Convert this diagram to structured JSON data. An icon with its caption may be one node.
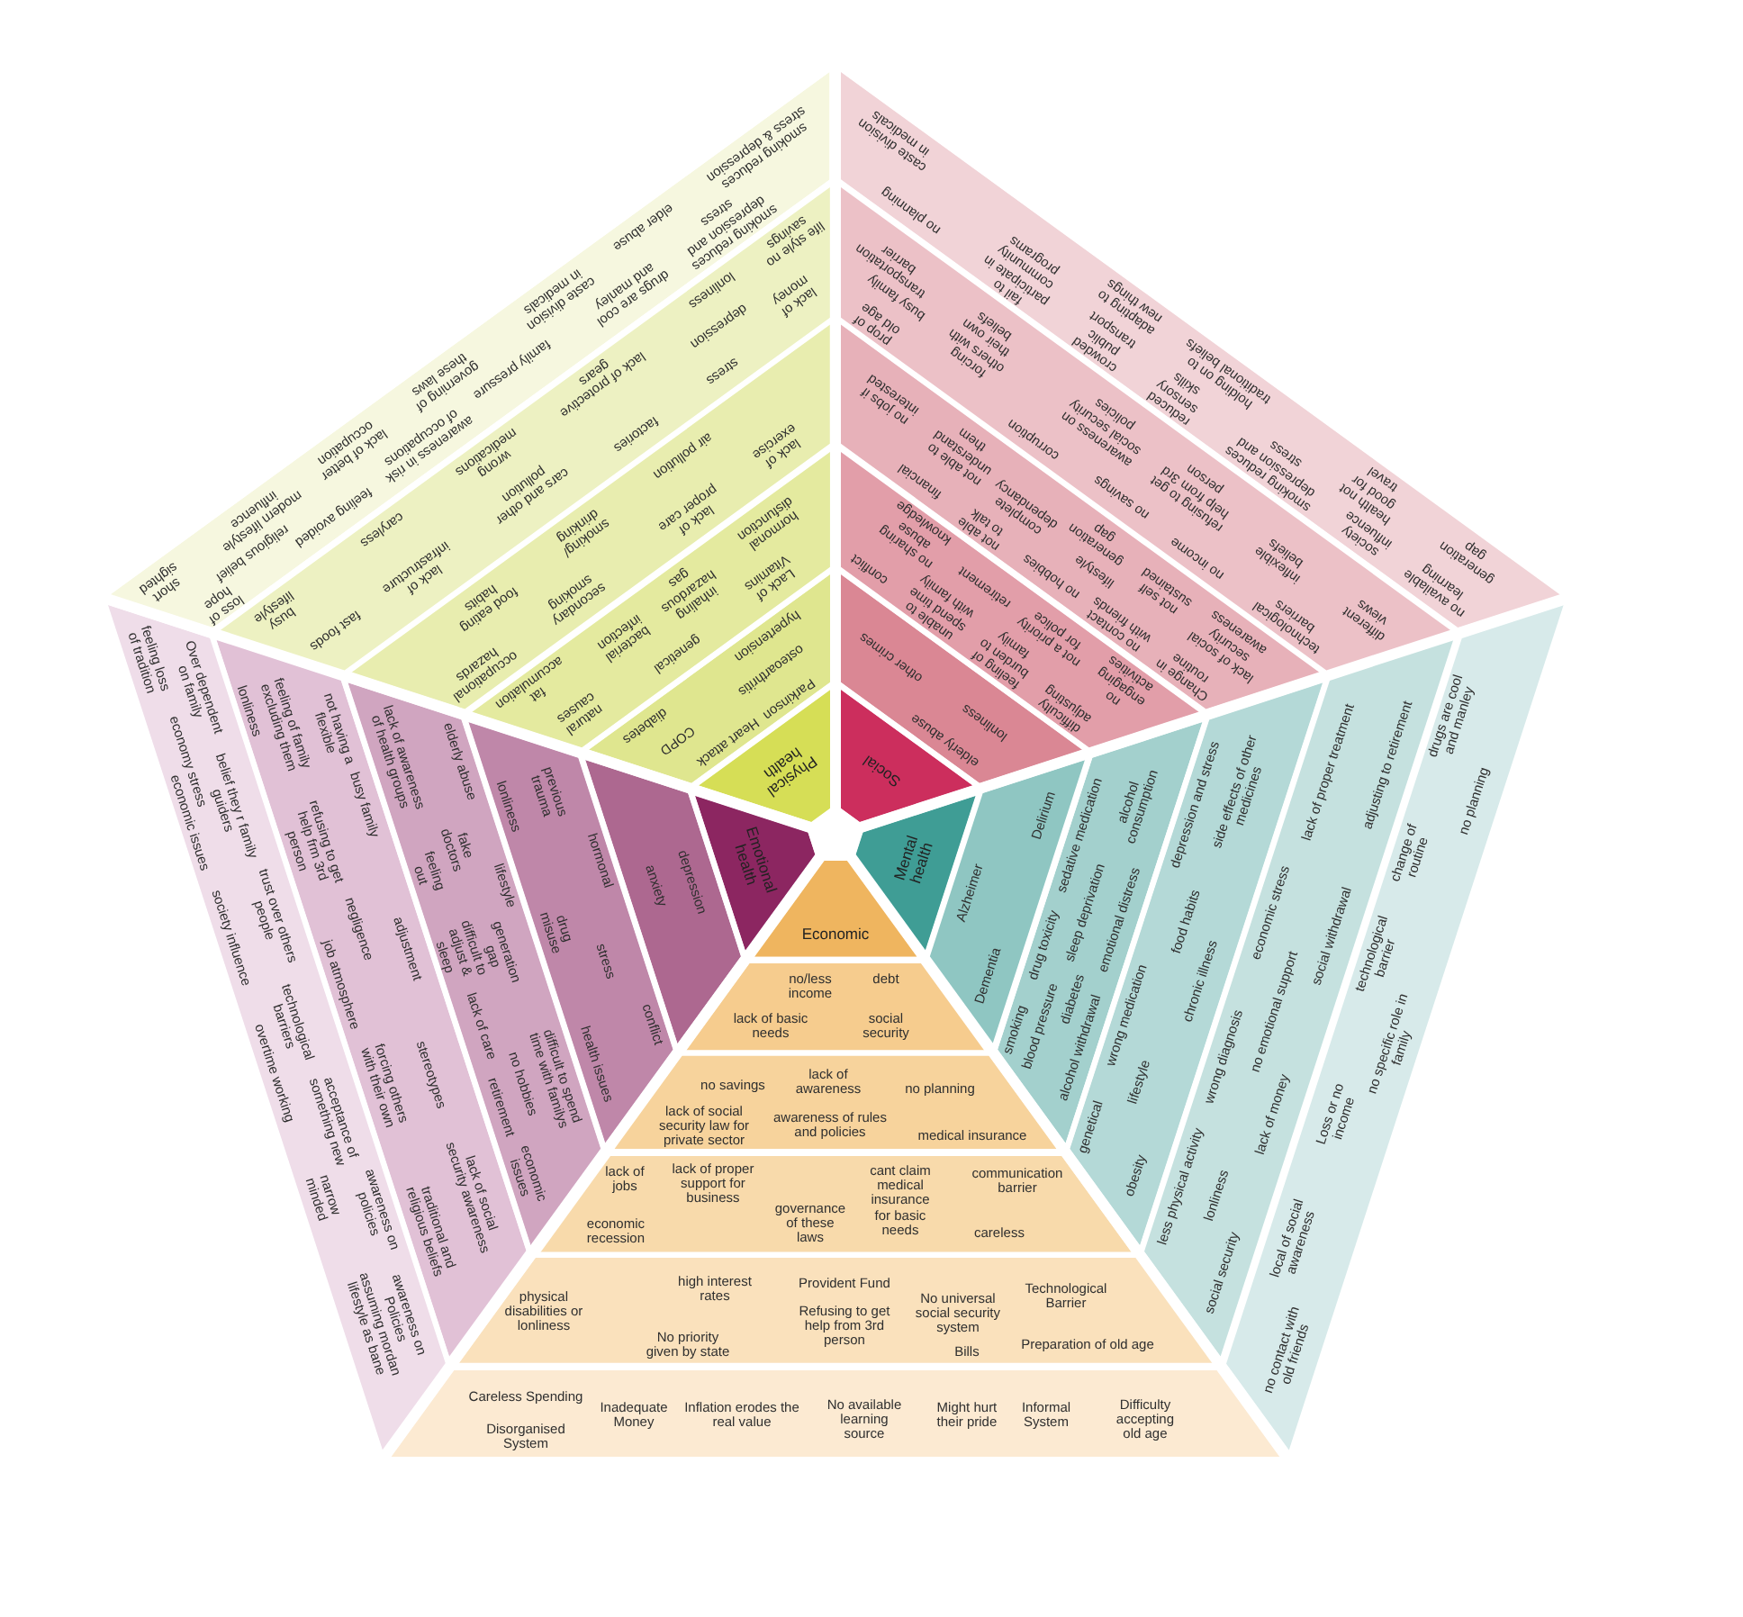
{
  "diagram": {
    "nodes": [
      {
        "text": [
          "Physical health"
        ]
      },
      {
        "text": [
          "Parkinson",
          "Heart attack",
          "osteoarthritis",
          "COPD",
          "hypertension",
          "diabetes"
        ]
      },
      {
        "text": [
          "Lack of Vitamins",
          "genetical",
          "natural causes",
          "hormonal disfunction",
          "inhaling hazardous gas",
          "bacterial infection",
          "fat accumulation"
        ]
      },
      {
        "text": [
          "lack of exercise",
          "lack of proper care",
          "secondary smoking",
          "occupational hazards",
          "air pollution",
          "smoking/ drinking",
          "food eating habits"
        ]
      },
      {
        "text": [
          "stress",
          "factories",
          "lack of money",
          "depression",
          "cars and other pollution",
          "lack of infrastructure",
          "fast foods",
          "life style no savings",
          "lonliness",
          "lack of protective gears",
          "wrong medications",
          "caryless",
          "busy lifestyle"
        ]
      },
      {
        "text": [
          "smoking reduces depression and stress",
          "drugs are cool and manley",
          "family pressure",
          "awareness in risk of occupations",
          "feeling avoided",
          "religious belief",
          "loss of hope",
          "smoking reduces stress & depression",
          "elder abuse",
          "caste division in medicals",
          "governing of these laws",
          "lack of better occupation",
          "modern lifestyle influence",
          "short sighted"
        ]
      },
      {
        "text": [
          "Social"
        ]
      },
      {
        "text": [
          "elderly abuse",
          "lonliness",
          "other crimes"
        ]
      },
      {
        "text": [
          "difficulty adjusting",
          "feeling of burden to family",
          "unable to spend time with family",
          "conflict",
          "no engaging activities",
          "not a priority for police",
          "retirement",
          "no sharing abuse knowledge"
        ]
      },
      {
        "text": [
          "Change in routine",
          "no contact with friends",
          "no hobbies",
          "not able to talk",
          "financial",
          "lifestyle",
          "complete dependancy",
          "lack of social security awareness",
          "not self sustained",
          "generation gap",
          "not able to understand them",
          "no jobs if interested"
        ]
      },
      {
        "text": [
          "technological barriers",
          "no income",
          "no savings",
          "corruption",
          "busy family",
          "prop of old age",
          "different views",
          "inflexible beliefs",
          "refusing to get help from 3rd person",
          "awareness on social security policies",
          "forcing others with their own beliefs",
          "transportation barrier"
        ]
      },
      {
        "text": [
          "no available learning",
          "society influence",
          "smoking reduces depression and stress",
          "reduced sensory skills",
          "crowded public transport",
          "fail to participate in community programs",
          "no planning",
          "generation gap",
          "health not good for travel",
          "holding on to traditional beliefs",
          "adapting to new things",
          "caste division in medicals"
        ]
      },
      {
        "text": [
          "Mental health"
        ]
      },
      {
        "text": [
          "Alzheimer",
          "Dementia",
          "Delirium"
        ]
      },
      {
        "text": [
          "smoking",
          "drug toxicity",
          "sedative medication",
          "blood pressure",
          "sleep deprivation",
          "diabetes",
          "alcohol consumption",
          "alcohol withdrawal",
          "emotional distress"
        ]
      },
      {
        "text": [
          "genetical",
          "wrong medication",
          "depression and stress",
          "lifestyle",
          "food habits",
          "side effects of other medicines",
          "obesity",
          "chronic illness"
        ]
      },
      {
        "text": [
          "less physical activity",
          "wrong diagnosis",
          "economic stress",
          "lack of proper treatment",
          "lonliness",
          "no emotional support",
          "social security",
          "lack of money",
          "social withdrawal",
          "adjusting to retirement"
        ]
      },
      {
        "text": [
          "local of social awareness",
          "Loss or no income",
          "technological barrier",
          "change of routine",
          "drugs are cool and manley",
          "no contact with old friends",
          "no specific role in family",
          "no planning"
        ]
      },
      {
        "text": [
          "Economic"
        ]
      },
      {
        "text": [
          "no/less income",
          "debt",
          "lack of basic needs",
          "social security"
        ]
      },
      {
        "text": [
          "no savings",
          "lack of awareness",
          "no planning",
          "lack of social security law for private sector",
          "awareness of rules and policies",
          "medical insurance"
        ]
      },
      {
        "text": [
          "lack of jobs",
          "lack of proper support for business",
          "cant claim medical insurance for basic needs",
          "communication barrier",
          "economic recession",
          "governance of these laws",
          "careless"
        ]
      },
      {
        "text": [
          "physical disabilities or lonliness",
          "high interest rates",
          "Provident Fund",
          "No universal social security system",
          "Technological Barrier",
          "No priority given by state",
          "Refusing to get help from 3rd person",
          "Bills",
          "Preparation of old age"
        ]
      },
      {
        "text": [
          "Careless Spending",
          "Disorganised System",
          "Inadequate Money",
          "Inflation erodes the real value",
          "No available learning source",
          "Might hurt their pride",
          "Informal System",
          "Difficulty accepting old age"
        ]
      },
      {
        "text": [
          "Emotional health"
        ]
      },
      {
        "text": [
          "depression",
          "anxiety"
        ]
      },
      {
        "text": [
          "hormonal",
          "conflict",
          "previous trauma",
          "stress",
          "lonliness",
          "drug misuse",
          "health issues"
        ]
      },
      {
        "text": [
          "elderly abuse",
          "lifestyle",
          "difficult to spend time with familys",
          "fake doctors",
          "generation gap",
          "no hobbies",
          "lack of awareness of health groups",
          "feeling out",
          "difficult to adjust & sleep",
          "lack of care",
          "retirement",
          "economic issues"
        ]
      },
      {
        "text": [
          "not having a flexible",
          "busy family",
          "adjustment",
          "stereotypes",
          "lack of social security awareness",
          "feeling of family excluding them",
          "negligence",
          "refusing to get help frm 3rd person",
          "forcing others with their own",
          "traditional and religious beliefs",
          "lonliness",
          "job atmosphere"
        ]
      },
      {
        "text": [
          "Over dependent on family",
          "belief they r family guiders",
          "trust over others people",
          "technological barriers",
          "acceptance of something new",
          "awareness on policies",
          "awareness on Policies assuming mordan lifestyle as bane",
          "feeling loss of tradition",
          "economy stress",
          "economic issues",
          "society influence",
          "overtime working",
          "narrow minded"
        ]
      }
    ]
  }
}
